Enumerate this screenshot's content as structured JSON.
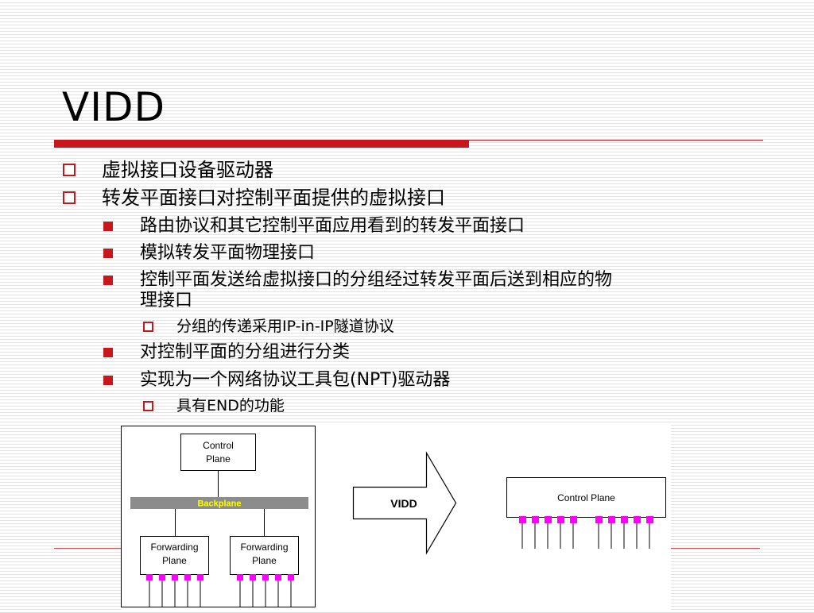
{
  "slide": {
    "title": "VIDD",
    "bullets": [
      {
        "level": 1,
        "text": "虚拟接口设备驱动器"
      },
      {
        "level": 1,
        "text": "转发平面接口对控制平面提供的虚拟接口"
      },
      {
        "level": 2,
        "text": "路由协议和其它控制平面应用看到的转发平面接口"
      },
      {
        "level": 2,
        "text": "模拟转发平面物理接口"
      },
      {
        "level": 2,
        "text": "控制平面发送给虚拟接口的分组经过转发平面后送到相应的物"
      },
      {
        "level": 2,
        "text": "理接口"
      },
      {
        "level": 3,
        "text": "分组的传递采用IP-in-IP隧道协议"
      },
      {
        "level": 2,
        "text": "对控制平面的分组进行分类"
      },
      {
        "level": 2,
        "text": "实现为一个网络协议工具包(NPT)驱动器"
      },
      {
        "level": 3,
        "text": "具有END的功能"
      }
    ],
    "accent_color": "#c8161d"
  },
  "diagram": {
    "left": {
      "control_plane_line1": "Control",
      "control_plane_line2": "Plane",
      "backplane_label": "Backplane",
      "forwarding_plane_a_line1": "Forwarding",
      "forwarding_plane_a_line2": "Plane",
      "forwarding_plane_b_line1": "Forwarding",
      "forwarding_plane_b_line2": "Plane"
    },
    "arrow_label": "VIDD",
    "right": {
      "control_plane_label": "Control Plane"
    },
    "backplane_color": "#8c8c8c",
    "backplane_text_color": "#ffff00",
    "port_color": "#ff00ff"
  }
}
